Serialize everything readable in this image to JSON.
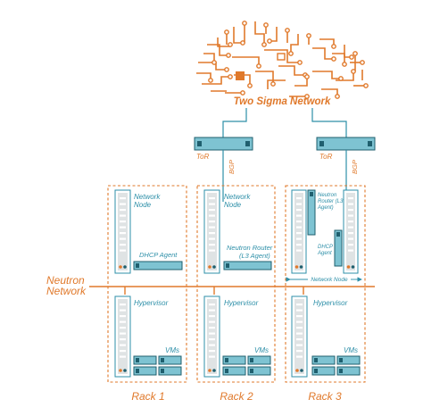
{
  "cloud": {
    "label": "Two Sigma Network"
  },
  "links": {
    "tor_label": "ToR",
    "bgp_label": "BGP"
  },
  "neutron": {
    "line1": "Neutron",
    "line2": "Network"
  },
  "racks": [
    {
      "label": "Rack 1",
      "network_node_line1": "Network",
      "network_node_line2": "Node",
      "agent": "DHCP Agent",
      "hypervisor": "Hypervisor",
      "vms": "VMs"
    },
    {
      "label": "Rack 2",
      "network_node_line1": "Network",
      "network_node_line2": "Node",
      "router_line1": "Neutron Router",
      "router_line2": "(L3 Agent)",
      "hypervisor": "Hypervisor",
      "vms": "VMs"
    },
    {
      "label": "Rack 3",
      "router_line1": "Neutron",
      "router_line2": "Router (L3",
      "router_line3": "Agent)",
      "dhcp_line1": "DHCP",
      "dhcp_line2": "Agent",
      "network_node": "Network Node",
      "hypervisor": "Hypervisor",
      "vms": "VMs"
    }
  ],
  "colors": {
    "orange": "#e0792b",
    "teal": "#2d8fa8",
    "teal_light": "#7ec3d2",
    "teal_dark": "#1f5f6e",
    "gray": "#dfe3e4"
  }
}
